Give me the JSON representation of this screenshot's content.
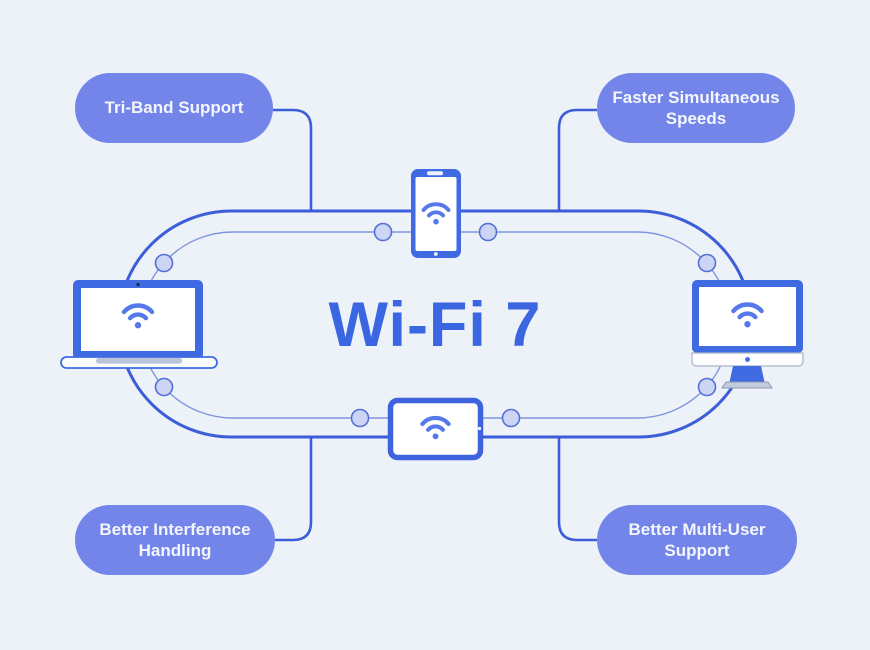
{
  "title": "Wi-Fi 7",
  "pills": {
    "top_left": {
      "label": "Tri-Band Support"
    },
    "top_right": {
      "label": "Faster Simultaneous Speeds"
    },
    "bottom_left": {
      "label": "Better Interference Handling"
    },
    "bottom_right": {
      "label": "Better Multi-User Support"
    }
  },
  "icons": {
    "center_devices": [
      "smartphone-icon",
      "laptop-icon",
      "desktop-monitor-icon",
      "tablet-icon"
    ],
    "device_symbol": "wifi-icon",
    "connection_dots_count": 8
  },
  "colors": {
    "background": "#edf1f8",
    "pill_fill": "#7385e9",
    "pill_text": "#f4f6fd",
    "title_text": "#3a66e2",
    "ring_outer_stroke": "#3c5ed8",
    "ring_inner_stroke": "#8296e0",
    "dot_fill": "#ccd6f4",
    "dot_stroke": "#5570d6",
    "device_blue": "#3f6ae2",
    "wifi_glyph": "#5578ea"
  }
}
